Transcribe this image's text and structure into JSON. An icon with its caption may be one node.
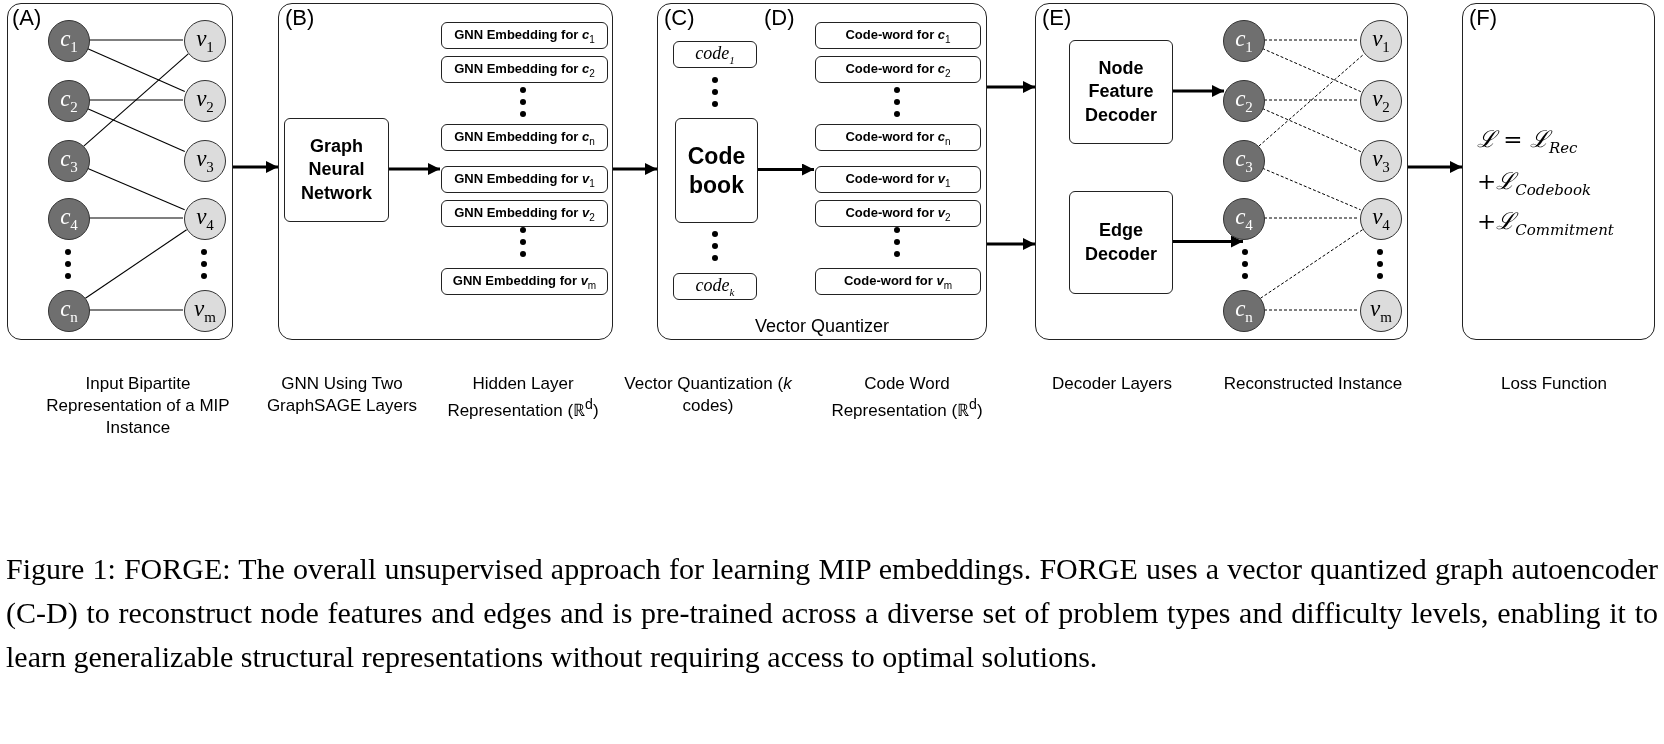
{
  "diagram": {
    "caption": "Figure 1: FORGE: The overall unsupervised approach for learning MIP embeddings. FORGE uses a vector quantized graph autoencoder (C-D) to reconstruct node features and edges and is pre-trained across a diverse set of problem types and difficulty levels, enabling it to learn generalizable structural representations without requiring access to optimal solutions.",
    "nodes": [
      {
        "text": [
          "(A)"
        ]
      },
      {
        "text": [
          "c$_{1}$"
        ],
        "in": 0
      },
      {
        "text": [
          "c$_{2}$"
        ],
        "in": 0
      },
      {
        "text": [
          "c$_{3}$"
        ],
        "in": 0
      },
      {
        "text": [
          "c$_{4}$"
        ],
        "in": 0
      },
      {
        "text": [
          "c$_{n}$"
        ],
        "in": 0
      },
      {
        "text": [
          "v$_{1}$"
        ],
        "in": 0
      },
      {
        "text": [
          "v$_{2}$"
        ],
        "in": 0
      },
      {
        "text": [
          "v$_{3}$"
        ],
        "in": 0
      },
      {
        "text": [
          "v$_{4}$"
        ],
        "in": 0
      },
      {
        "text": [
          "v$_{m}$"
        ],
        "in": 0
      },
      {
        "text": [
          "(B)"
        ]
      },
      {
        "text": [
          "Graph Neural Network"
        ],
        "in": 11
      },
      {
        "text": [
          "GNN Embedding for *c*$_{1}$"
        ],
        "in": 11
      },
      {
        "text": [
          "GNN Embedding for *c*$_{2}$"
        ],
        "in": 11
      },
      {
        "text": [
          "GNN Embedding for *c*$_{n}$"
        ],
        "in": 11
      },
      {
        "text": [
          "GNN Embedding for *v*$_{1}$"
        ],
        "in": 11
      },
      {
        "text": [
          "GNN Embedding for *v*$_{2}$"
        ],
        "in": 11
      },
      {
        "text": [
          "GNN Embedding for *v*$_{m}$"
        ],
        "in": 11
      },
      {
        "text": [
          "(C)",
          "(D)",
          "Vector Quantizer"
        ]
      },
      {
        "text": [
          "code$_{1}$"
        ],
        "in": 19
      },
      {
        "text": [
          "Code book"
        ],
        "in": 19
      },
      {
        "text": [
          "code$_{k}$"
        ],
        "in": 19
      },
      {
        "text": [
          "Code-word for *c*$_{1}$"
        ],
        "in": 19
      },
      {
        "text": [
          "Code-word for *c*$_{2}$"
        ],
        "in": 19
      },
      {
        "text": [
          "Code-word for *c*$_{n}$"
        ],
        "in": 19
      },
      {
        "text": [
          "Code-word for *v*$_{1}$"
        ],
        "in": 19
      },
      {
        "text": [
          "Code-word for *v*$_{2}$"
        ],
        "in": 19
      },
      {
        "text": [
          "Code-word for *v*$_{m}$"
        ],
        "in": 19
      },
      {
        "text": [
          "(E)"
        ]
      },
      {
        "text": [
          "Node Feature Decoder"
        ],
        "in": 29
      },
      {
        "text": [
          "Edge Decoder"
        ],
        "in": 29
      },
      {
        "text": [
          "c$_{1}$"
        ],
        "in": 29
      },
      {
        "text": [
          "c$_{2}$"
        ],
        "in": 29
      },
      {
        "text": [
          "c$_{3}$"
        ],
        "in": 29
      },
      {
        "text": [
          "c$_{4}$"
        ],
        "in": 29
      },
      {
        "text": [
          "c$_{n}$"
        ],
        "in": 29
      },
      {
        "text": [
          "v$_{1}$"
        ],
        "in": 29
      },
      {
        "text": [
          "v$_{2}$"
        ],
        "in": 29
      },
      {
        "text": [
          "v$_{3}$"
        ],
        "in": 29
      },
      {
        "text": [
          "v$_{4}$"
        ],
        "in": 29
      },
      {
        "text": [
          "v$_{m}$"
        ],
        "in": 29
      },
      {
        "text": [
          "(F)",
          "ℒ = ℒ$_{Rec}$",
          "+ℒ$_{Codebook}$",
          "+ℒ$_{Commitment}$"
        ]
      }
    ],
    "edges": [
      {
        "from": 1,
        "to": 6,
        "arrow": "none"
      },
      {
        "from": 1,
        "to": 7,
        "arrow": "none"
      },
      {
        "from": 2,
        "to": 7,
        "arrow": "none"
      },
      {
        "from": 2,
        "to": 8,
        "arrow": "none"
      },
      {
        "from": 3,
        "to": 6,
        "arrow": "none"
      },
      {
        "from": 3,
        "to": 9,
        "arrow": "none"
      },
      {
        "from": 4,
        "to": 9,
        "arrow": "none"
      },
      {
        "from": 5,
        "to": 9,
        "arrow": "none"
      },
      {
        "from": 5,
        "to": 10,
        "arrow": "none"
      },
      {
        "from": 0,
        "to": 11,
        "arrow": "to"
      },
      {
        "from": 12,
        "to": 15,
        "arrow": "to"
      },
      {
        "from": 11,
        "to": 19,
        "arrow": "to"
      },
      {
        "from": 21,
        "to": 25,
        "arrow": "to"
      },
      {
        "from": 19,
        "to": 29,
        "arrow": "to"
      },
      {
        "from": 19,
        "to": 29,
        "arrow": "to"
      },
      {
        "from": 30,
        "to": 33,
        "arrow": "to"
      },
      {
        "from": 31,
        "to": 35,
        "arrow": "to"
      },
      {
        "from": 32,
        "to": 37,
        "arrow": "none",
        "style": "dashed"
      },
      {
        "from": 32,
        "to": 38,
        "arrow": "none",
        "style": "dashed"
      },
      {
        "from": 33,
        "to": 38,
        "arrow": "none",
        "style": "dashed"
      },
      {
        "from": 33,
        "to": 39,
        "arrow": "none",
        "style": "dashed"
      },
      {
        "from": 34,
        "to": 37,
        "arrow": "none",
        "style": "dashed"
      },
      {
        "from": 34,
        "to": 40,
        "arrow": "none",
        "style": "dashed"
      },
      {
        "from": 35,
        "to": 40,
        "arrow": "none",
        "style": "dashed"
      },
      {
        "from": 36,
        "to": 40,
        "arrow": "none",
        "style": "dashed"
      },
      {
        "from": 36,
        "to": 41,
        "arrow": "none",
        "style": "dashed"
      },
      {
        "from": 29,
        "to": 42,
        "arrow": "to"
      }
    ],
    "labels": [
      "Input Bipartite Representation of a MIP Instance",
      "GNN Using Two GraphSAGE Layers",
      "Hidden Layer Representation (ℝ$^{d}$)",
      "Vector Quantization (*k* codes)",
      "Code Word Representation (ℝ$^{d}$)",
      "Decoder Layers",
      "Reconstructed Instance",
      "Loss Function"
    ]
  }
}
